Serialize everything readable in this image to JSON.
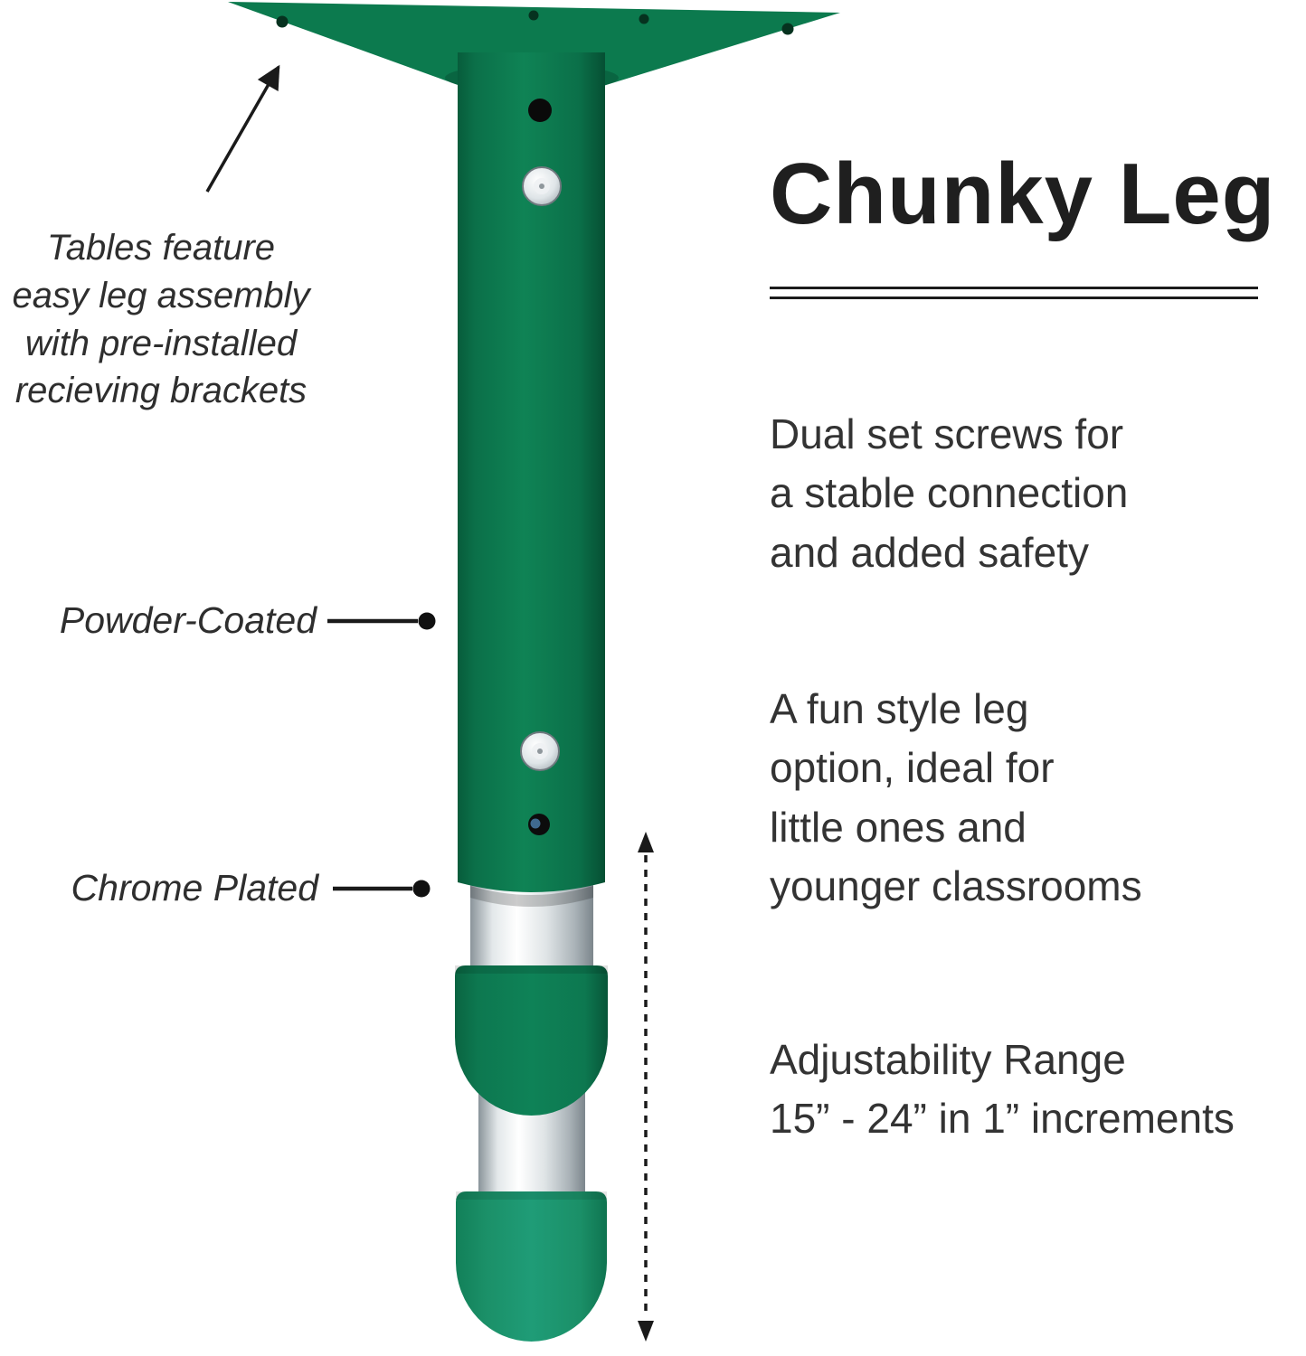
{
  "theme": {
    "green": "#0c7a4e",
    "green-mid": "#0f8355",
    "green-collar": "#0e8257",
    "green-foot": "#1f9c77",
    "chrome": "#d7dde0",
    "ink": "#2e2e2e",
    "title-ink": "#1f1f1f",
    "body-ink": "#333333",
    "line-ink": "#1c1c1c"
  },
  "callouts": {
    "assembly_note": "Tables feature\neasy leg assembly\nwith pre-installed\nrecieving brackets",
    "powder_label": "Powder-Coated",
    "chrome_label": "Chrome Plated"
  },
  "content": {
    "title": "Chunky Leg",
    "features": [
      {
        "text": "Dual set screws for\na stable connection\nand added safety"
      },
      {
        "text": "A fun style leg\noption, ideal for\nlittle ones and\nyounger classrooms"
      },
      {
        "text": "Adjustability Range\n15” - 24” in 1” increments"
      }
    ]
  }
}
